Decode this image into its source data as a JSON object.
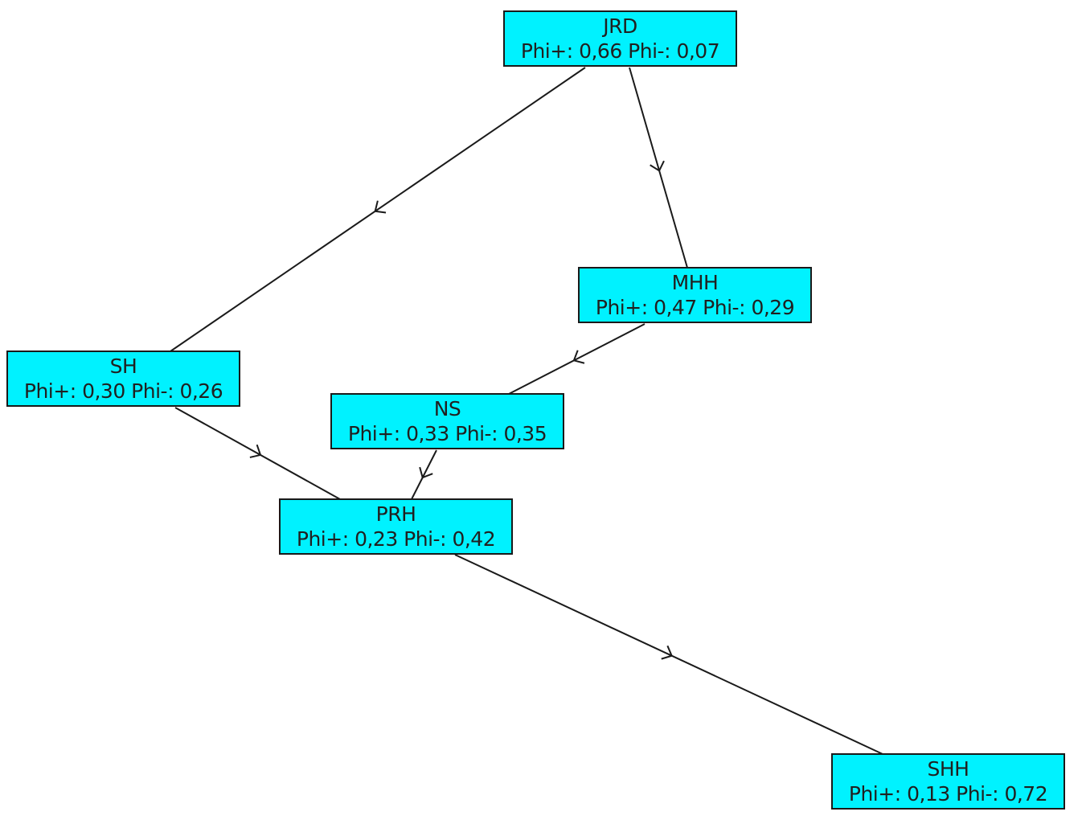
{
  "diagram": {
    "nodes": [
      {
        "id": "JRD",
        "name": "JRD",
        "flows": "Phi+: 0,66  Phi-: 0,07"
      },
      {
        "id": "MHH",
        "name": "MHH",
        "flows": "Phi+: 0,47  Phi-: 0,29"
      },
      {
        "id": "SH",
        "name": "SH",
        "flows": "Phi+: 0,30  Phi-: 0,26"
      },
      {
        "id": "NS",
        "name": "NS",
        "flows": "Phi+: 0,33  Phi-: 0,35"
      },
      {
        "id": "PRH",
        "name": "PRH",
        "flows": "Phi+: 0,23  Phi-: 0,42"
      },
      {
        "id": "SHH",
        "name": "SHH",
        "flows": "Phi+: 0,13  Phi-: 0,72"
      }
    ],
    "edges": [
      {
        "from": "JRD",
        "to": "SH"
      },
      {
        "from": "JRD",
        "to": "MHH"
      },
      {
        "from": "MHH",
        "to": "NS"
      },
      {
        "from": "SH",
        "to": "PRH"
      },
      {
        "from": "NS",
        "to": "PRH"
      },
      {
        "from": "PRH",
        "to": "SHH"
      }
    ],
    "colors": {
      "node_fill": "#00f2ff",
      "node_border": "#1a1a1a",
      "edge": "#1a1a1a",
      "text": "#202020",
      "background": "#ffffff"
    }
  }
}
